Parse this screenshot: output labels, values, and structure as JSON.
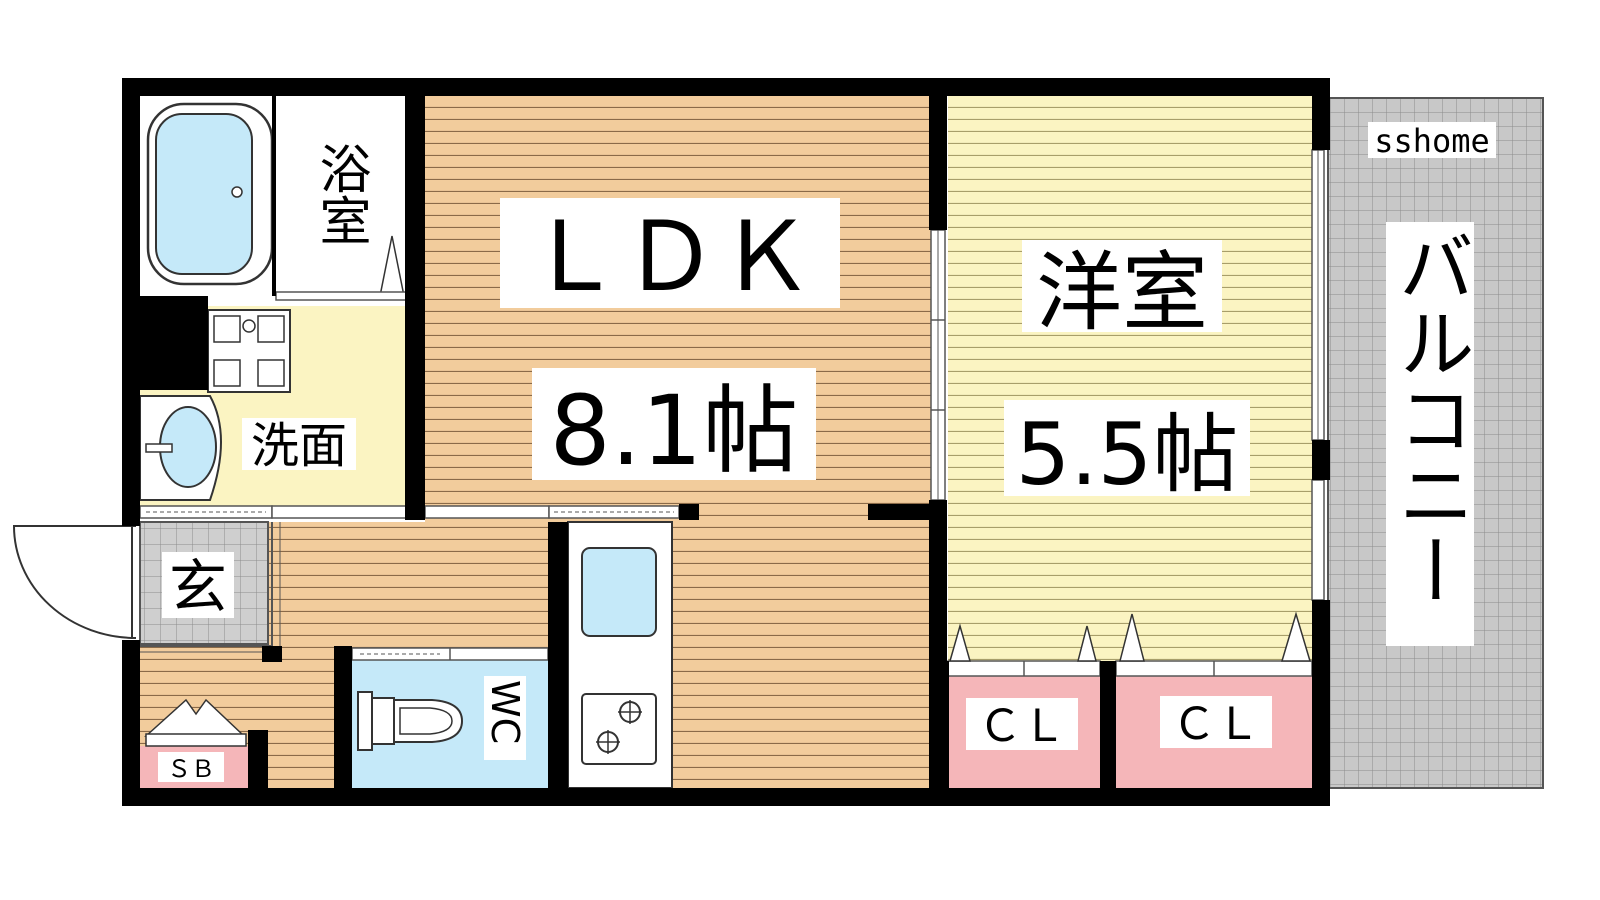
{
  "watermark": "sshome",
  "rooms": {
    "ldk": {
      "name": "ＬＤＫ",
      "size": "8.1帖"
    },
    "western": {
      "name": "洋室",
      "size": "5.5帖"
    },
    "balcony": {
      "name": "バルコニー"
    },
    "bath": {
      "name": "浴室"
    },
    "washroom": {
      "name": "洗面"
    },
    "entrance": {
      "name": "玄"
    },
    "wc": {
      "name": "WC"
    },
    "closet_left": {
      "name": "ＣＬ"
    },
    "closet_right": {
      "name": "ＣＬ"
    },
    "shoebox": {
      "name": "ＳＢ"
    }
  },
  "colors": {
    "ldk_floor": "#f2cc9c",
    "western_floor": "#fbf4c2",
    "washroom_floor": "#fbf4c2",
    "closet": "#f5b6b9",
    "wc": "#c5e9f9",
    "fixture_blue": "#c5e9f9",
    "entrance_tile": "#c9c9c9",
    "balcony_grid": "#bdbdbd",
    "wall": "#000000"
  }
}
